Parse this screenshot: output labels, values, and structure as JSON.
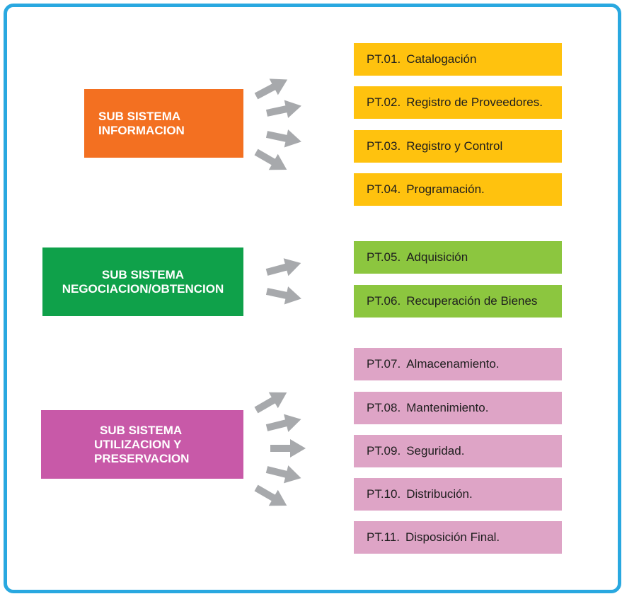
{
  "colors": {
    "frame": "#29a8e0",
    "informacion": "#f37021",
    "negociacion": "#0fa14a",
    "utilizacion": "#c859a8",
    "yellow_item": "#ffc20e",
    "green_item": "#8cc63f",
    "pink_item": "#dea4c6",
    "arrow": "#a7a9ac"
  },
  "subsystems": [
    {
      "lines": [
        "SUB SISTEMA",
        "INFORMACION"
      ]
    },
    {
      "lines": [
        "SUB SISTEMA",
        "NEGOCIACION/OBTENCION"
      ]
    },
    {
      "lines": [
        "SUB SISTEMA",
        "UTILIZACION Y",
        "PRESERVACION"
      ]
    }
  ],
  "items": [
    {
      "code": "PT.01.",
      "label": "Catalogación"
    },
    {
      "code": "PT.02.",
      "label": "Registro de Proveedores."
    },
    {
      "code": "PT.03.",
      "label": "Registro y Control"
    },
    {
      "code": "PT.04.",
      "label": "Programación."
    },
    {
      "code": "PT.05.",
      "label": "Adquisición"
    },
    {
      "code": "PT.06.",
      "label": "Recuperación de Bienes"
    },
    {
      "code": "PT.07.",
      "label": "Almacenamiento."
    },
    {
      "code": "PT.08.",
      "label": "Mantenimiento."
    },
    {
      "code": "PT.09.",
      "label": "Seguridad."
    },
    {
      "code": "PT.10.",
      "label": "Distribución."
    },
    {
      "code": "PT.11.",
      "label": "Disposición Final."
    }
  ]
}
